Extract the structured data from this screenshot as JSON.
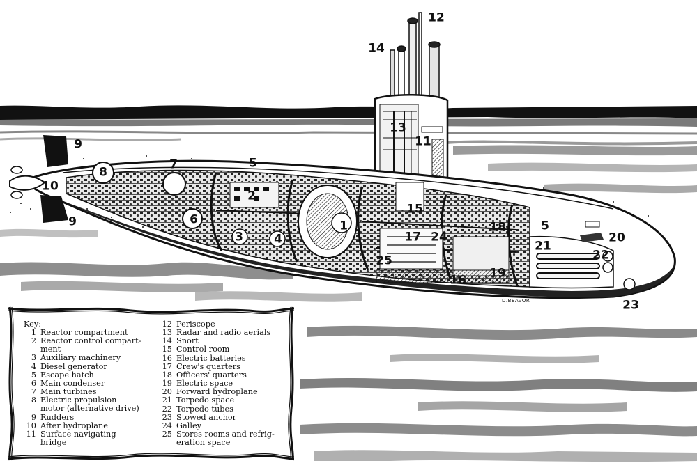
{
  "diagram": {
    "callouts": [
      {
        "id": "1",
        "text": "1"
      },
      {
        "id": "2",
        "text": "2"
      },
      {
        "id": "3",
        "text": "3"
      },
      {
        "id": "4",
        "text": "4"
      },
      {
        "id": "5a",
        "text": "5"
      },
      {
        "id": "5b",
        "text": "5"
      },
      {
        "id": "6",
        "text": "6"
      },
      {
        "id": "7",
        "text": "7"
      },
      {
        "id": "8",
        "text": "8"
      },
      {
        "id": "9a",
        "text": "9"
      },
      {
        "id": "9b",
        "text": "9"
      },
      {
        "id": "10",
        "text": "10"
      },
      {
        "id": "11",
        "text": "11"
      },
      {
        "id": "12",
        "text": "12"
      },
      {
        "id": "13",
        "text": "13"
      },
      {
        "id": "14",
        "text": "14"
      },
      {
        "id": "15",
        "text": "15"
      },
      {
        "id": "16",
        "text": "16"
      },
      {
        "id": "17",
        "text": "17"
      },
      {
        "id": "18",
        "text": "18"
      },
      {
        "id": "19",
        "text": "19"
      },
      {
        "id": "20",
        "text": "20"
      },
      {
        "id": "21",
        "text": "21"
      },
      {
        "id": "22",
        "text": "22"
      },
      {
        "id": "23",
        "text": "23"
      },
      {
        "id": "24",
        "text": "24"
      },
      {
        "id": "25",
        "text": "25"
      }
    ],
    "signature": "D.BEAVOR"
  },
  "key": {
    "title": "Key:",
    "left_column": [
      {
        "num": "1",
        "label": "Reactor compartment"
      },
      {
        "num": "2",
        "label": "Reactor control compart-"
      },
      {
        "num": "",
        "label": "ment"
      },
      {
        "num": "3",
        "label": "Auxiliary machinery"
      },
      {
        "num": "4",
        "label": "Diesel generator"
      },
      {
        "num": "5",
        "label": "Escape hatch"
      },
      {
        "num": "6",
        "label": "Main condenser"
      },
      {
        "num": "7",
        "label": "Main turbines"
      },
      {
        "num": "8",
        "label": "Electric propulsion"
      },
      {
        "num": "",
        "label": "motor (alternative drive)"
      },
      {
        "num": "9",
        "label": "Rudders"
      },
      {
        "num": "10",
        "label": "After hydroplane"
      },
      {
        "num": "11",
        "label": "Surface navigating"
      },
      {
        "num": "",
        "label": "bridge"
      }
    ],
    "right_column": [
      {
        "num": "12",
        "label": "Periscope"
      },
      {
        "num": "13",
        "label": "Radar and radio aerials"
      },
      {
        "num": "14",
        "label": "Snort"
      },
      {
        "num": "15",
        "label": "Control room"
      },
      {
        "num": "16",
        "label": "Electric batteries"
      },
      {
        "num": "17",
        "label": "Crew's quarters"
      },
      {
        "num": "18",
        "label": "Officers' quarters"
      },
      {
        "num": "19",
        "label": "Electric space"
      },
      {
        "num": "20",
        "label": "Forward hydroplane"
      },
      {
        "num": "21",
        "label": "Torpedo space"
      },
      {
        "num": "22",
        "label": "Torpedo tubes"
      },
      {
        "num": "23",
        "label": "Stowed anchor"
      },
      {
        "num": "24",
        "label": "Galley"
      },
      {
        "num": "25",
        "label": "Stores rooms and refrig-"
      },
      {
        "num": "",
        "label": "eration space"
      }
    ]
  }
}
